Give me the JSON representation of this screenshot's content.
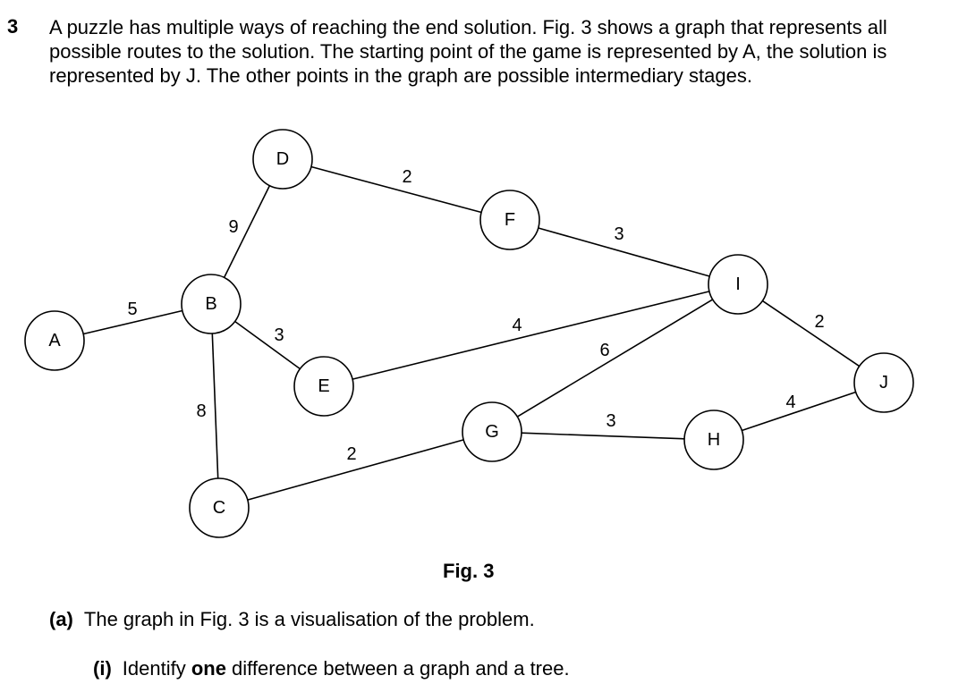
{
  "question": {
    "number": "3",
    "intro": "A puzzle has multiple ways of reaching the end solution. Fig. 3 shows a graph that represents all possible routes to the solution. The starting point of the game is represented by A, the solution is represented by J. The other points in the graph are possible intermediary stages."
  },
  "graph": {
    "nodes": [
      "A",
      "B",
      "C",
      "D",
      "E",
      "F",
      "G",
      "H",
      "I",
      "J"
    ],
    "edges": [
      {
        "from": "A",
        "to": "B",
        "weight": "5"
      },
      {
        "from": "B",
        "to": "D",
        "weight": "9"
      },
      {
        "from": "B",
        "to": "E",
        "weight": "3"
      },
      {
        "from": "B",
        "to": "C",
        "weight": "8"
      },
      {
        "from": "D",
        "to": "F",
        "weight": "2"
      },
      {
        "from": "F",
        "to": "I",
        "weight": "3"
      },
      {
        "from": "E",
        "to": "I",
        "weight": "4"
      },
      {
        "from": "G",
        "to": "I",
        "weight": "6"
      },
      {
        "from": "C",
        "to": "G",
        "weight": "2"
      },
      {
        "from": "G",
        "to": "H",
        "weight": "3"
      },
      {
        "from": "H",
        "to": "J",
        "weight": "4"
      },
      {
        "from": "I",
        "to": "J",
        "weight": "2"
      }
    ]
  },
  "figure": {
    "caption": "Fig. 3"
  },
  "part_a": {
    "label": "(a)",
    "text": "The graph in Fig. 3 is a visualisation of the problem."
  },
  "part_a_i": {
    "label": "(i)",
    "text_before": "Identify ",
    "text_bold": "one",
    "text_after": " difference between a graph and a tree."
  }
}
